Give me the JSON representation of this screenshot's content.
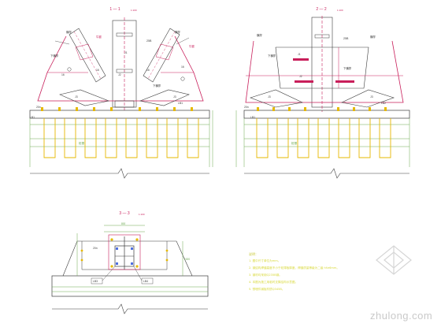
{
  "sections": [
    {
      "title": "1 — 1",
      "scale": "1:100"
    },
    {
      "title": "2 — 2",
      "scale": "1:100"
    },
    {
      "title": "3 — 3",
      "scale": "1:100"
    }
  ],
  "labels": {
    "s1": {
      "brace_left": "横撑",
      "brace_right": "横撑",
      "tag_a": "25B",
      "d_left_top": "牛腿",
      "d_right_top": "牛腿",
      "l1": "J1",
      "l2": "J2",
      "l3": "J3",
      "l4": "J3",
      "n16a": "16",
      "n16b": "16",
      "n16c": "16",
      "n16d": "16",
      "lower_left": "下横撑",
      "lower_right": "下横撑",
      "base_left": "20n",
      "lb_left": "LB1",
      "lb_right": "LB1",
      "foot": "桩基"
    },
    "s2": {
      "brace_left": "横撑",
      "brace_right": "横撑",
      "tag_a": "25B",
      "l1": "J1",
      "l2": "J2",
      "l3": "J3",
      "l4": "J3",
      "lower_left": "下横撑",
      "lower_right": "下横撑",
      "base_left": "20n",
      "lb_left": "LB1",
      "lb_right": "LB2",
      "foot": "桩基"
    },
    "s3": {
      "tag_top": "800",
      "base": "20n",
      "lb_left": "LB3",
      "lb_right": "LB4",
      "dim_right": "1000"
    }
  },
  "notes": {
    "heading": "说明：",
    "items": [
      "1. 图中尺寸单位为mm。",
      "2. 钢结构焊缝高度不小于较薄板厚度，焊缝质量等级为二级 hf≥6mm。",
      "3. 钢材均采用Q235B钢。",
      "4. 本图为施工用临时支撑结构示意图。",
      "5. 预埋件钢板材质Q345B。"
    ]
  },
  "watermark": "zhulong.com",
  "colors": {
    "outline": "#c81e5a",
    "struct": "#3a3a3a",
    "dim": "#6aa84f",
    "bolt": "#e6b800",
    "blue": "#4f6fe0",
    "note": "#d8d83a"
  }
}
